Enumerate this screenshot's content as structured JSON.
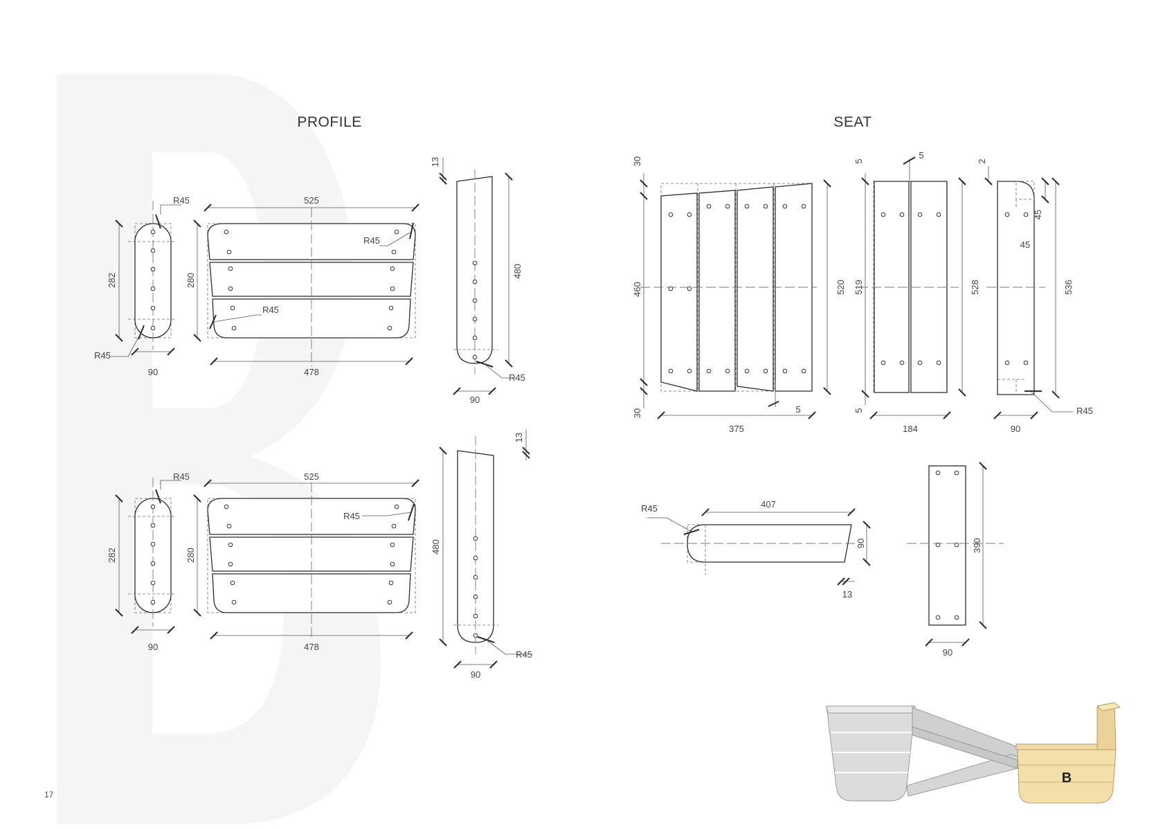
{
  "page": {
    "number": "17"
  },
  "watermark_letter": "B",
  "profile": {
    "title": "PROFILE",
    "top": {
      "end_height": "282",
      "end_width": "90",
      "end_radius": "R45",
      "end_radius_bottom": "R45",
      "panel_width": "525",
      "panel_height": "280",
      "panel_radius_top": "R45",
      "panel_radius_bottom": "R45",
      "panel_bottom_width": "478",
      "slat_offset": "13",
      "slat_length": "480",
      "slat_width": "90",
      "slat_radius": "R45"
    },
    "bottom": {
      "end_height": "282",
      "end_width": "90",
      "end_radius": "R45",
      "panel_width": "525",
      "panel_height": "280",
      "panel_radius": "R45",
      "panel_bottom_width": "478",
      "slat_offset": "13",
      "slat_length": "480",
      "slat_width": "90",
      "slat_radius": "R45"
    }
  },
  "seat": {
    "title": "SEAT",
    "panel4": {
      "top_offset": "30",
      "bottom_offset": "30",
      "inner_height": "460",
      "outer_height": "520",
      "gap": "5",
      "width": "375"
    },
    "panel2": {
      "top_offset": "5",
      "bottom_offset": "5",
      "inner_height": "519",
      "outer_height": "528",
      "gap": "5",
      "width": "184"
    },
    "slat": {
      "top_offset": "2",
      "corner_h": "45",
      "corner_w": "45",
      "height": "536",
      "width": "90",
      "radius": "R45"
    },
    "side": {
      "radius": "R45",
      "length": "407",
      "width": "90",
      "offset": "13"
    },
    "front": {
      "height": "390",
      "width": "90"
    }
  },
  "preview": {
    "label": "B"
  }
}
